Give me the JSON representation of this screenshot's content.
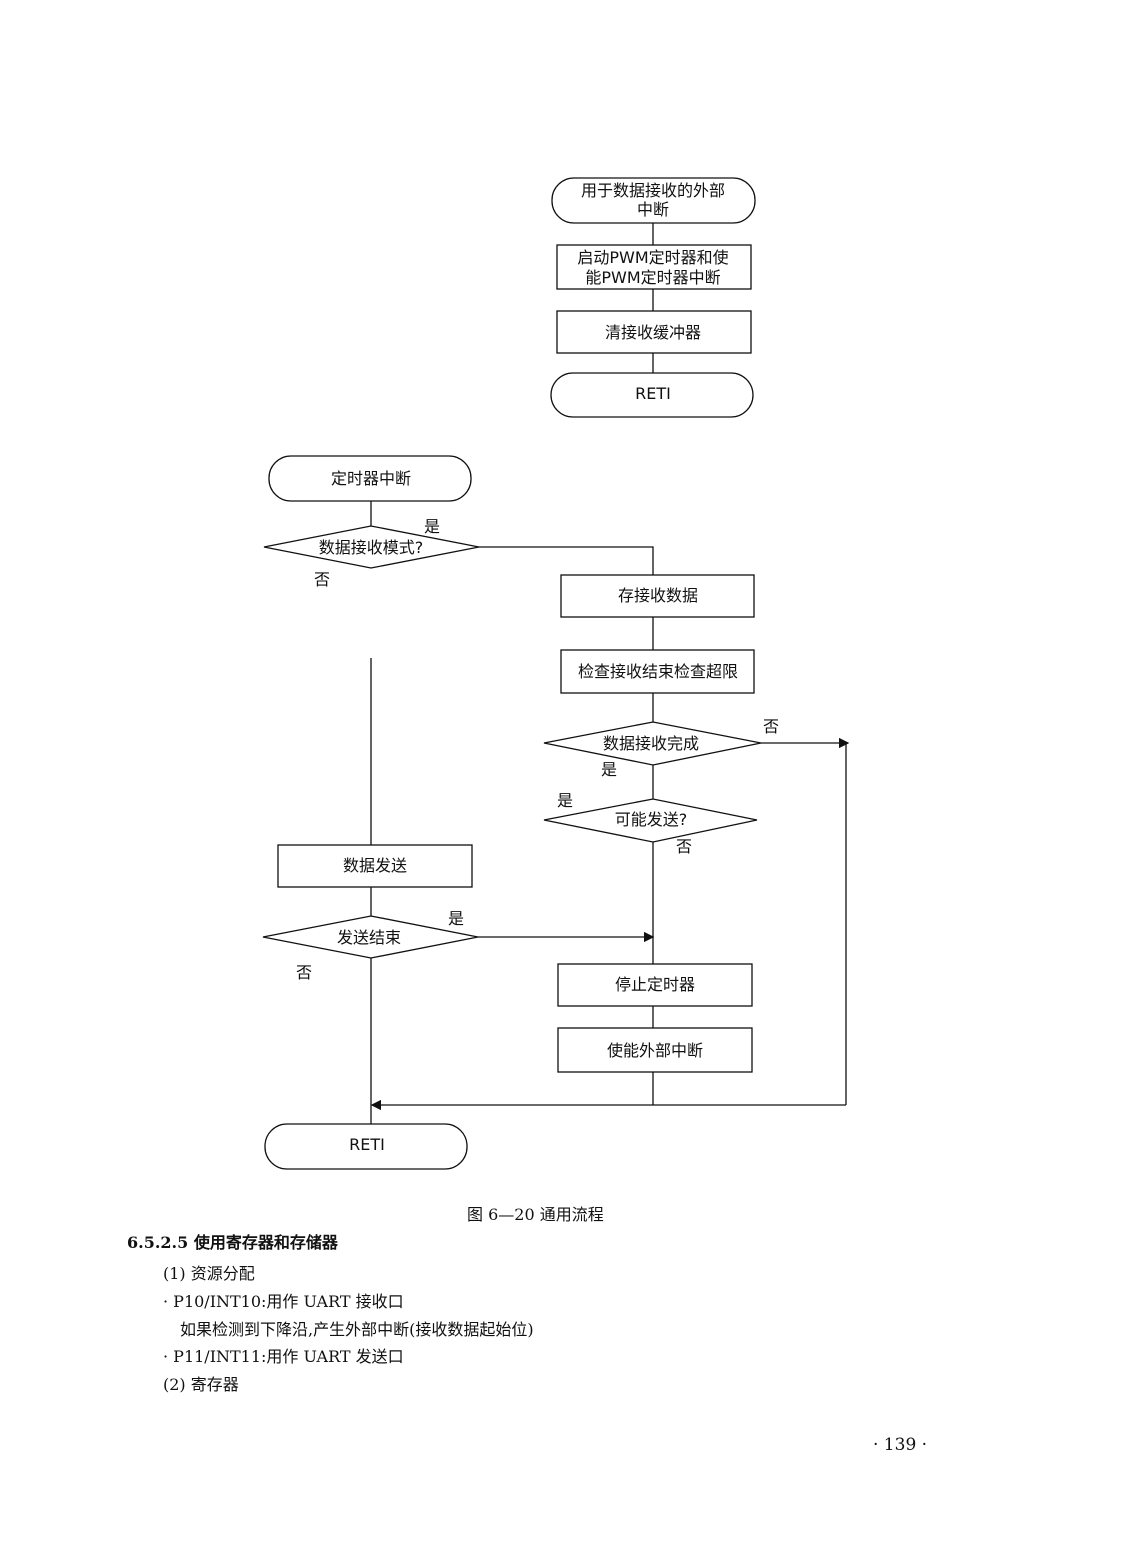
{
  "top_flow": {
    "start": [
      "用于数据接收的外部",
      "中断"
    ],
    "step1": [
      "启动PWM定时器和使",
      "能PWM定时器中断"
    ],
    "step2": "清接收缓冲器",
    "end": "RETI"
  },
  "timer_flow": {
    "start": "定时器中断",
    "decision_mode": "数据接收模式?",
    "mode_yes": "是",
    "mode_no": "否",
    "store": "存接收数据",
    "check": "检查接收结束检查超限",
    "decision_done": "数据接收完成",
    "done_no": "否",
    "done_yes": "是",
    "decision_send": "可能发送?",
    "send_yes": "是",
    "send_no": "否",
    "data_send": "数据发送",
    "decision_send_end": "发送结束",
    "send_end_yes": "是",
    "send_end_no": "否",
    "stop_timer": "停止定时器",
    "enable_ext": "使能外部中断",
    "end": "RETI"
  },
  "caption": "图 6—20  通用流程",
  "section_title": "6.5.2.5  使用寄存器和存储器",
  "body_lines": [
    "(1) 资源分配",
    "· P10/INT10:用作 UART 接收口",
    "如果检测到下降沿,产生外部中断(接收数据起始位)",
    "· P11/INT11:用作 UART 发送口",
    "(2) 寄存器"
  ],
  "page_number": "· 139 ·"
}
